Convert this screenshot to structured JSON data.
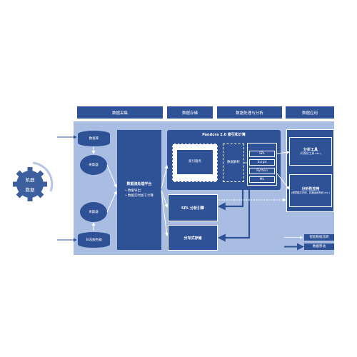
{
  "headers": [
    "数据采集",
    "数据存储",
    "数据处理与分析",
    "数据应用"
  ],
  "gear": {
    "line1": "机器",
    "line2": "数据"
  },
  "sources": {
    "db_top": "数据库",
    "collector1": "采集器",
    "collector2": "采集器",
    "log_server": "日志服务器"
  },
  "platform": {
    "title": "数据流处理平台",
    "items": [
      "数据导出",
      "数据实时加工计算"
    ]
  },
  "pandora": {
    "title": "Pandora 2.0 索引和计算",
    "index_service": "索引服务",
    "data_parse": "数据解析",
    "langs": [
      "SPL",
      "Script",
      "Python",
      "ML"
    ]
  },
  "engine": "SPL 分析引擎",
  "storage": "分布式存储",
  "apps": {
    "tools_title": "分析工具",
    "tools_sub": "(可视化工具 etc.)",
    "biz_title": "分析性应用",
    "biz_sub": "(故障模式识别、机器运维系统 etc.)"
  },
  "legend": {
    "smart": "智能数据流转",
    "flow": "数据移动"
  },
  "colors": {
    "dark_blue": "#2f5296",
    "panel_blue": "#a9bde3",
    "gear": "#3d5f9e"
  }
}
